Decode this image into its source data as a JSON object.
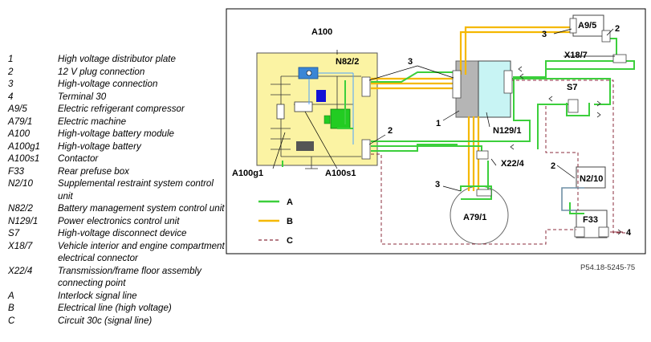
{
  "legend": [
    {
      "key": "1",
      "desc": "High voltage distributor plate"
    },
    {
      "key": "2",
      "desc": "12 V plug connection"
    },
    {
      "key": "3",
      "desc": "High-voltage connection"
    },
    {
      "key": "4",
      "desc": "Terminal 30"
    },
    {
      "key": "A9/5",
      "desc": "Electric refrigerant compressor"
    },
    {
      "key": "A79/1",
      "desc": "Electric machine"
    },
    {
      "key": "A100",
      "desc": "High-voltage battery module"
    },
    {
      "key": "A100g1",
      "desc": "High-voltage battery"
    },
    {
      "key": "A100s1",
      "desc": "Contactor"
    },
    {
      "key": "F33",
      "desc": "Rear prefuse box"
    },
    {
      "key": "N2/10",
      "desc": "Supplemental restraint system control unit"
    },
    {
      "key": "N82/2",
      "desc": "Battery management system control unit"
    },
    {
      "key": "N129/1",
      "desc": "Power electronics control unit"
    },
    {
      "key": "S7",
      "desc": "High-voltage disconnect device"
    },
    {
      "key": "X18/7",
      "desc": "Vehicle interior and engine compartment electrical connector"
    },
    {
      "key": "X22/4",
      "desc": "Transmission/frame floor assembly connecting point"
    },
    {
      "key": "A",
      "desc": "Interlock signal line"
    },
    {
      "key": "B",
      "desc": "Electrical line (high voltage)"
    },
    {
      "key": "C",
      "desc": "Circuit 30c (signal line)"
    }
  ],
  "diagram": {
    "labels": {
      "a100": "A100",
      "n82_2": "N82/2",
      "a100g1": "A100g1",
      "a100s1": "A100s1",
      "n129_1": "N129/1",
      "a9_5": "A9/5",
      "x18_7": "X18/7",
      "s7": "S7",
      "x22_4": "X22/4",
      "a79_1": "A79/1",
      "n2_10": "N2/10",
      "f33": "F33",
      "n1": "1",
      "n2a": "2",
      "n2b": "2",
      "n2c": "2",
      "n3a": "3",
      "n3b": "3",
      "n3c": "3",
      "n4": "4"
    },
    "line_legend": {
      "a": "A",
      "b": "B",
      "c": "C"
    },
    "colors": {
      "interlock": "#3ccf3c",
      "high_voltage": "#f5b800",
      "signal": "#8b2e3c",
      "battery_fill": "#fbf3a3",
      "n129_fill": "#c8f4f4"
    }
  },
  "reference": "P54.18-5245-75"
}
